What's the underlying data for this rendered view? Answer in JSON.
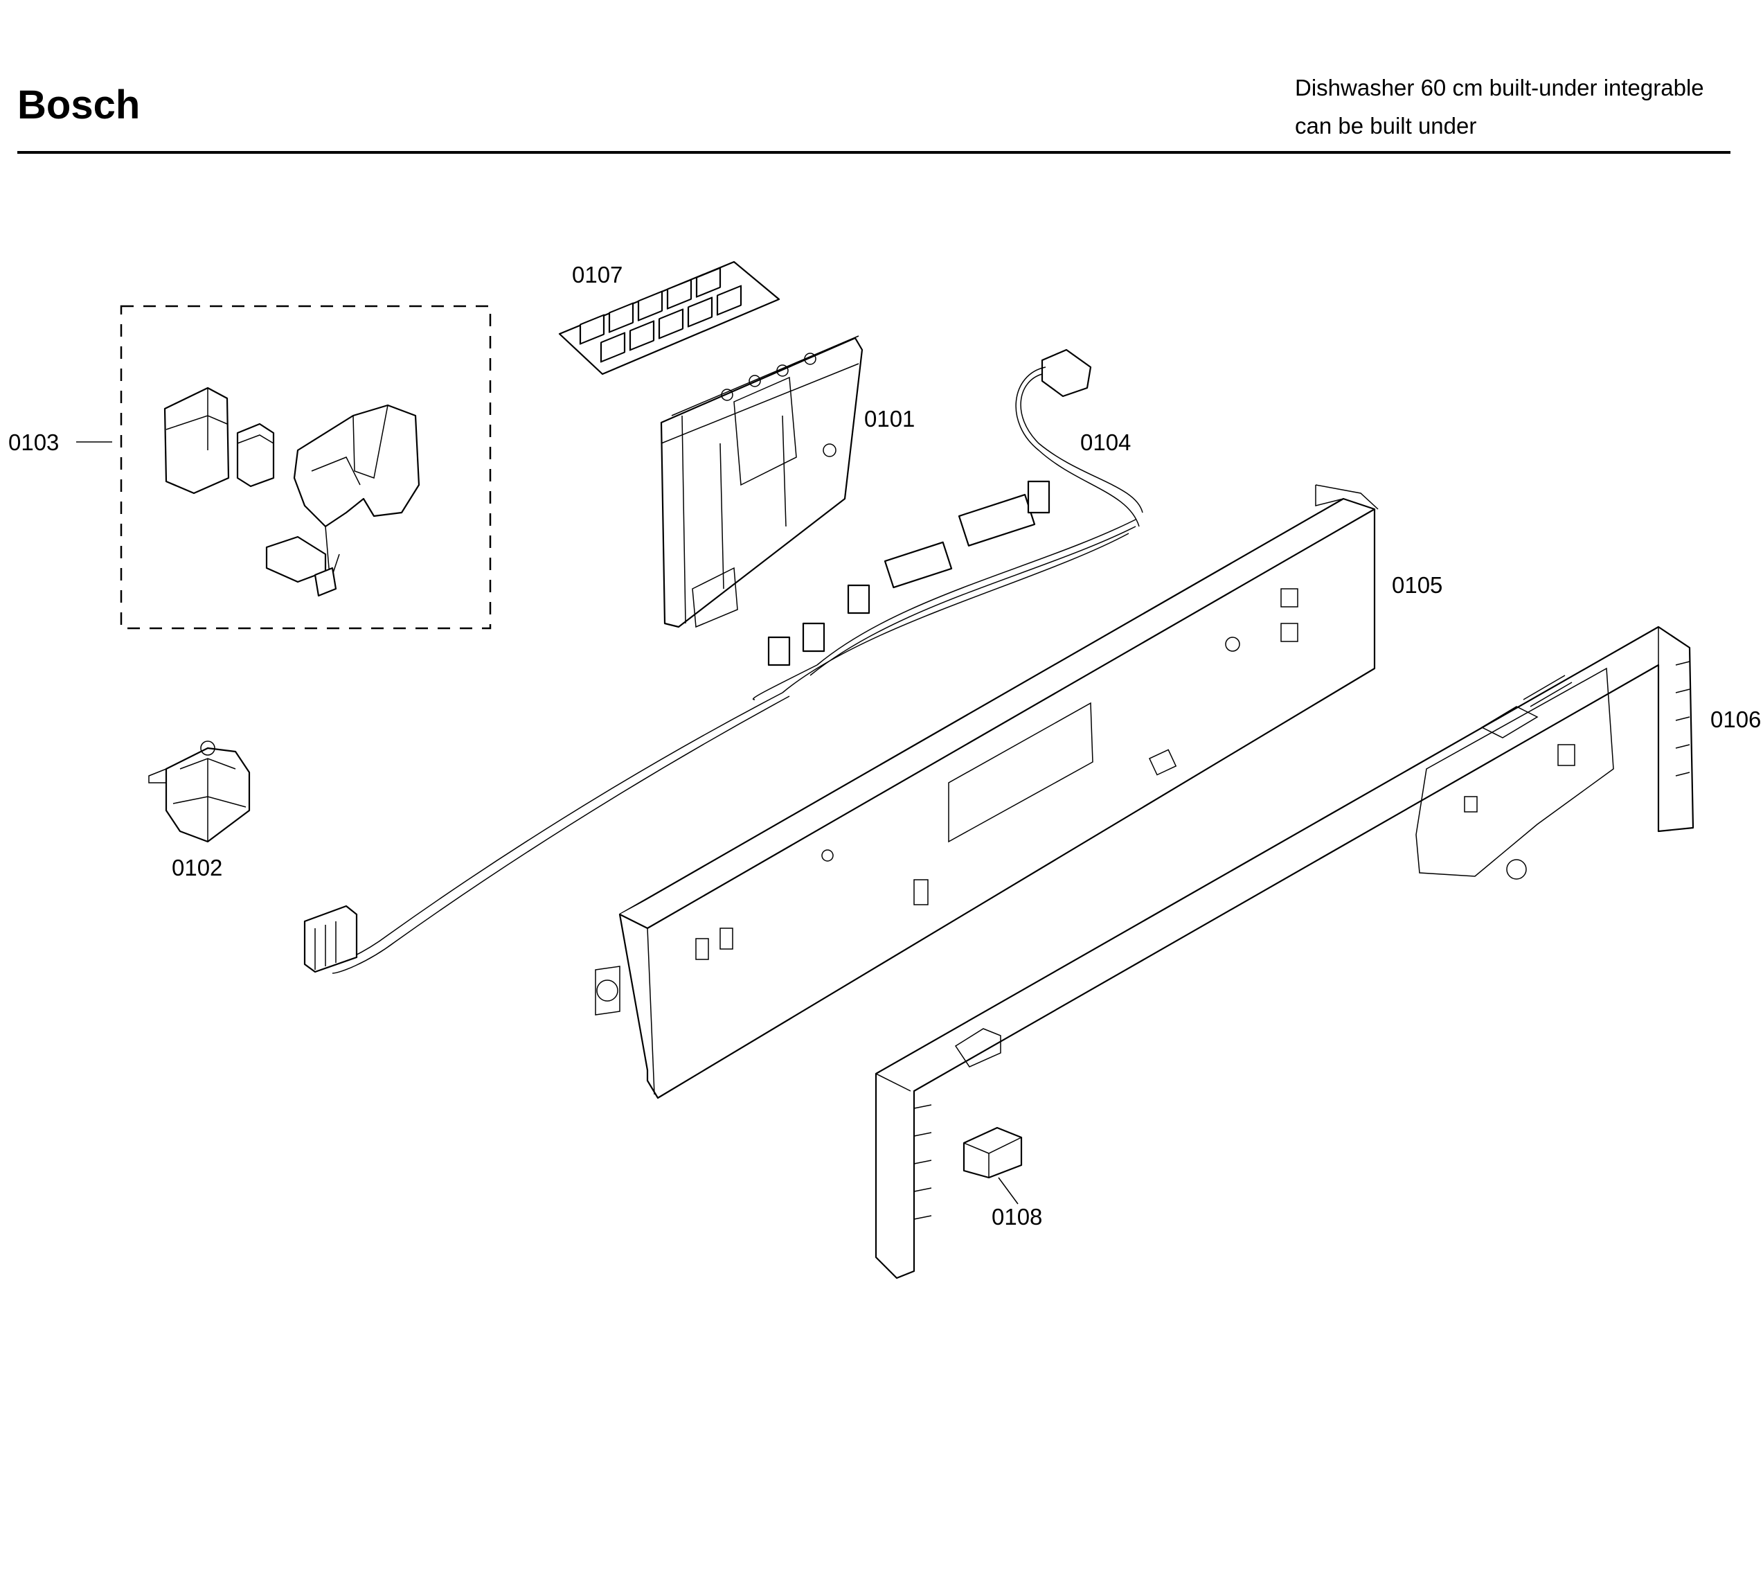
{
  "header": {
    "brand": "Bosch",
    "description_line1": "Dishwasher 60 cm built-under integrable",
    "description_line2": "can be built under"
  },
  "parts": [
    {
      "id": "0101",
      "label": "0101"
    },
    {
      "id": "0102",
      "label": "0102"
    },
    {
      "id": "0103",
      "label": "0103"
    },
    {
      "id": "0104",
      "label": "0104"
    },
    {
      "id": "0105",
      "label": "0105"
    },
    {
      "id": "0106",
      "label": "0106"
    },
    {
      "id": "0107",
      "label": "0107"
    },
    {
      "id": "0108",
      "label": "0108"
    }
  ]
}
